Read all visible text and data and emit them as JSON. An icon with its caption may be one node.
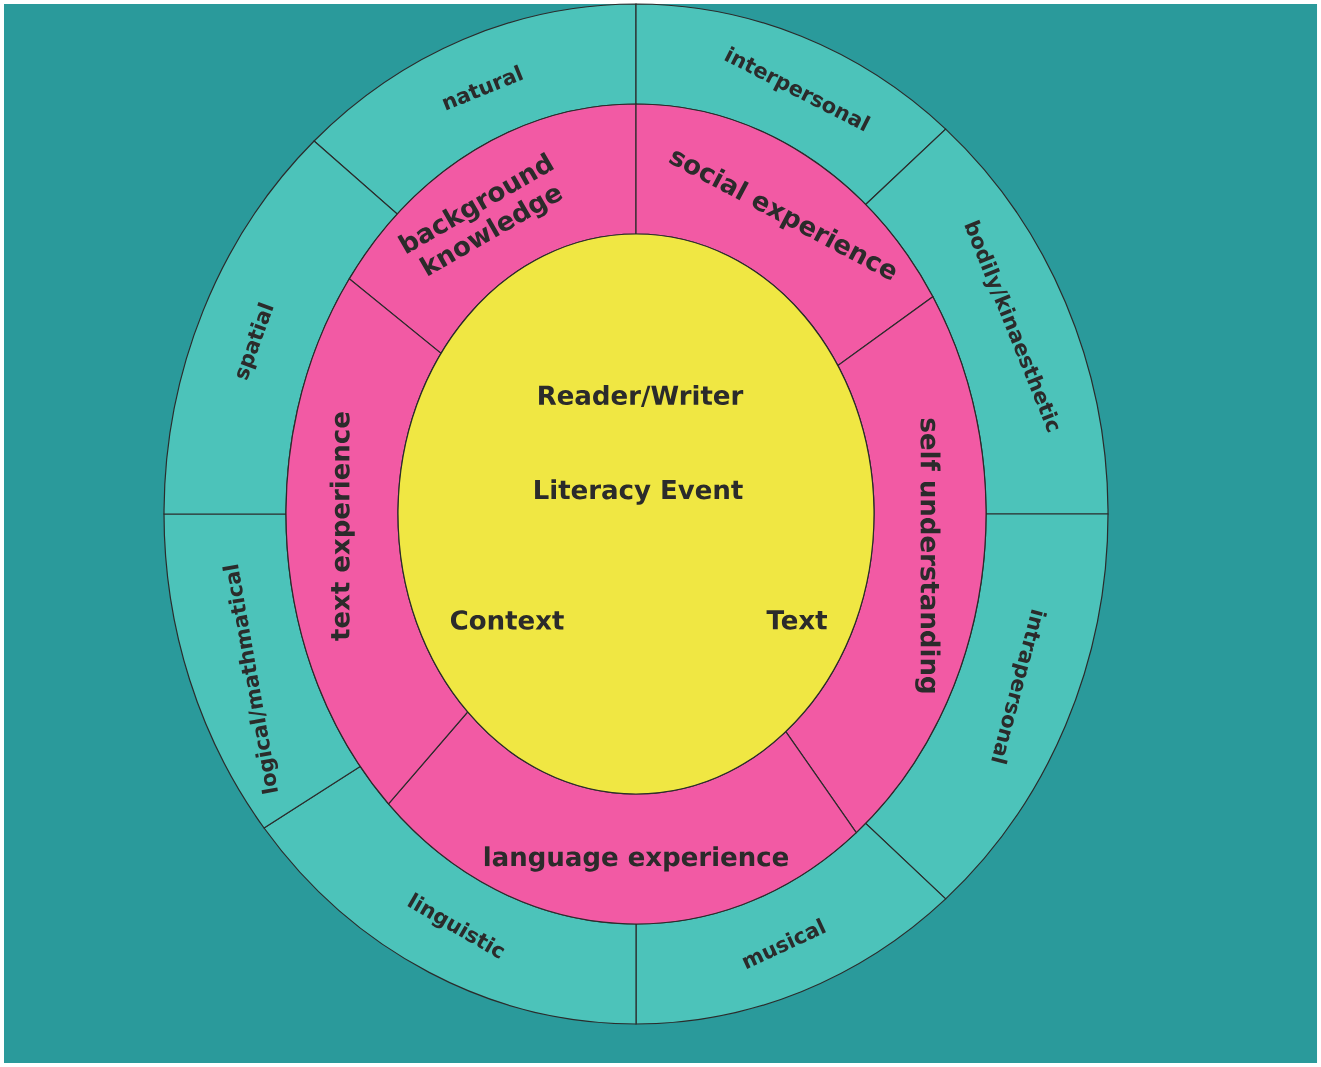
{
  "diagram": {
    "nodes": [
      {
        "text": [
          "natural"
        ]
      },
      {
        "text": [
          "interpersonal"
        ]
      },
      {
        "text": [
          "bodily/kinaesthetic"
        ]
      },
      {
        "text": [
          "intrapersonal"
        ]
      },
      {
        "text": [
          "musical"
        ]
      },
      {
        "text": [
          "linguistic"
        ]
      },
      {
        "text": [
          "logical/mathmatical"
        ]
      },
      {
        "text": [
          "spatial"
        ]
      },
      {
        "text": [
          "background knowledge"
        ]
      },
      {
        "text": [
          "social experience"
        ]
      },
      {
        "text": [
          "self understanding"
        ]
      },
      {
        "text": [
          "language experience"
        ]
      },
      {
        "text": [
          "text experience"
        ]
      },
      {
        "text": [
          "Reader/Writer",
          "Literacy Event",
          "Context",
          "Text"
        ]
      }
    ]
  }
}
